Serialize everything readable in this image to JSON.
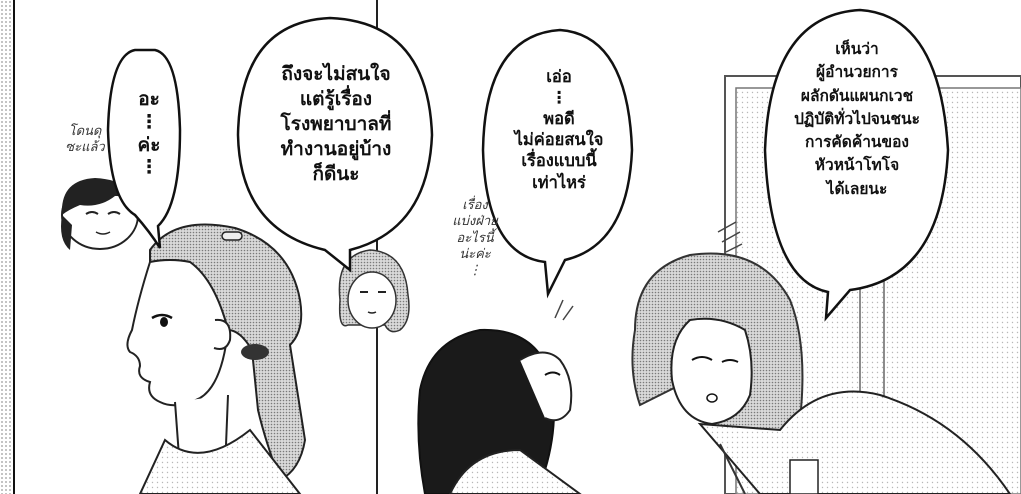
{
  "panels": {
    "left": {
      "bubble_small": {
        "lines": [
          "อะ",
          "⋮",
          "ค่ะ",
          "⋮"
        ]
      },
      "handwritten_note": "โดนดุ\nซะแล้ว"
    },
    "middle": {
      "bubble": {
        "text": "ถึงจะไม่สนใจ\nแต่รู้เรื่อง\nโรงพยาบาลที่\nทำงานอยู่บ้าง\nก็ดีนะ"
      }
    },
    "right": {
      "bubble_center": {
        "text": "เอ่อ\n⋮\nพอดี\nไม่ค่อยสนใจ\nเรื่องแบบนี้\nเท่าไหร่"
      },
      "bubble_right": {
        "text": "เห็นว่า\nผู้อำนวยการ\nผลักดันแผนกเวช\nปฏิบัติทั่วไปจนชนะ\nการคัดค้านของ\nหัวหน้าโทโจ\nได้เลยนะ"
      },
      "handwritten_note": "เรื่อง\nแบ่งฝ่าย\nอะไรนี้\nน่ะค่ะ\n⋮"
    }
  }
}
